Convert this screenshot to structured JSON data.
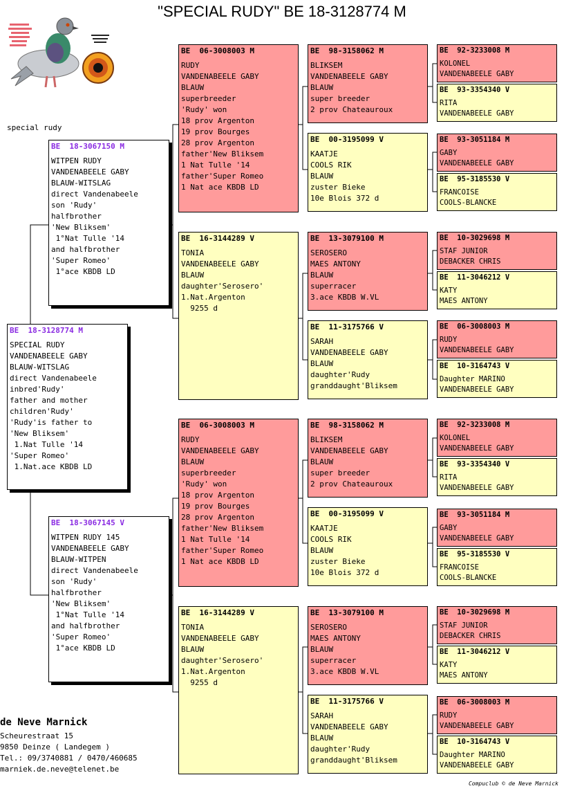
{
  "title": "\"SPECIAL RUDY\"  BE  18-3128774 M",
  "label": "special rudy",
  "subject": {
    "id": "BE  18-3128774 M",
    "lines": [
      "SPECIAL RUDY",
      "VANDENABEELE GABY",
      "BLAUW-WITSLAG",
      "direct Vandenabeele",
      "inbred'Rudy'",
      "father and mother",
      "children'Rudy'",
      "'Rudy'is father to",
      "'New Bliksem'",
      " 1.Nat Tulle '14",
      "'Super Romeo'",
      " 1.Nat.ace KBDB LD"
    ]
  },
  "father": {
    "id": "BE  18-3067150 M",
    "lines": [
      "WITPEN RUDY",
      "VANDENABEELE GABY",
      "BLAUW-WITSLAG",
      "direct Vandenabeele",
      "son 'Rudy'",
      "halfbrother",
      "'New Bliksem'",
      " 1°Nat Tulle '14",
      "and halfbrother",
      "'Super Romeo'",
      " 1°ace KBDB LD"
    ]
  },
  "mother": {
    "id": "BE  18-3067145 V",
    "lines": [
      "WITPEN RUDY 145",
      "VANDENABEELE GABY",
      "BLAUW-WITPEN",
      "direct Vandenabeele",
      "son 'Rudy'",
      "halfbrother",
      "'New Bliksem'",
      " 1°Nat Tulle '14",
      "and halfbrother",
      "'Super Romeo'",
      " 1°ace KBDB LD"
    ]
  },
  "gen3": [
    {
      "id": "BE  06-3008003 M",
      "lines": [
        "RUDY",
        "VANDENABEELE GABY",
        "BLAUW",
        "superbreeder",
        "'Rudy' won",
        "18 prov Argenton",
        "19 prov Bourges",
        "28 prov Argenton",
        "father'New Bliksem",
        "1 Nat Tulle '14",
        "father'Super Romeo",
        "1 Nat ace KBDB LD"
      ]
    },
    {
      "id": "BE  16-3144289 V",
      "lines": [
        "TONIA",
        "VANDENABEELE GABY",
        "BLAUW",
        "daughter'Serosero'",
        "1.Nat.Argenton",
        "  9255 d"
      ]
    },
    {
      "id": "BE  06-3008003 M",
      "lines": [
        "RUDY",
        "VANDENABEELE GABY",
        "BLAUW",
        "superbreeder",
        "'Rudy' won",
        "18 prov Argenton",
        "19 prov Bourges",
        "28 prov Argenton",
        "father'New Bliksem",
        "1 Nat Tulle '14",
        "father'Super Romeo",
        "1 Nat ace KBDB LD"
      ]
    },
    {
      "id": "BE  16-3144289 V",
      "lines": [
        "TONIA",
        "VANDENABEELE GABY",
        "BLAUW",
        "daughter'Serosero'",
        "1.Nat.Argenton",
        "  9255 d"
      ]
    }
  ],
  "gen4": [
    {
      "id": "BE  98-3158062 M",
      "lines": [
        "BLIKSEM",
        "VANDENABEELE GABY",
        "BLAUW",
        "super breeder",
        "2 prov Chateauroux"
      ]
    },
    {
      "id": "BE  00-3195099 V",
      "lines": [
        "KAATJE",
        "COOLS RIK",
        "BLAUW",
        "zuster Bieke",
        "10e Blois 372 d"
      ]
    },
    {
      "id": "BE  13-3079100 M",
      "lines": [
        "SEROSERO",
        "MAES ANTONY",
        "BLAUW",
        "superracer",
        "3.ace KBDB W.VL"
      ]
    },
    {
      "id": "BE  11-3175766 V",
      "lines": [
        "SARAH",
        "VANDENABEELE GABY",
        "BLAUW",
        "daughter'Rudy",
        "granddaught'Bliksem"
      ]
    },
    {
      "id": "BE  98-3158062 M",
      "lines": [
        "BLIKSEM",
        "VANDENABEELE GABY",
        "BLAUW",
        "super breeder",
        "2 prov Chateauroux"
      ]
    },
    {
      "id": "BE  00-3195099 V",
      "lines": [
        "KAATJE",
        "COOLS RIK",
        "BLAUW",
        "zuster Bieke",
        "10e Blois 372 d"
      ]
    },
    {
      "id": "BE  13-3079100 M",
      "lines": [
        "SEROSERO",
        "MAES ANTONY",
        "BLAUW",
        "superracer",
        "3.ace KBDB W.VL"
      ]
    },
    {
      "id": "BE  11-3175766 V",
      "lines": [
        "SARAH",
        "VANDENABEELE GABY",
        "BLAUW",
        "daughter'Rudy",
        "granddaught'Bliksem"
      ]
    }
  ],
  "gen5": [
    {
      "id": "BE  92-3233008 M",
      "lines": [
        "KOLONEL",
        "VANDENABEELE GABY"
      ]
    },
    {
      "id": "BE  93-3354340 V",
      "lines": [
        "RITA",
        "VANDENABEELE GABY"
      ]
    },
    {
      "id": "BE  93-3051184 M",
      "lines": [
        "GABY",
        "VANDENABEELE GABY"
      ]
    },
    {
      "id": "BE  95-3185530 V",
      "lines": [
        "FRANCOISE",
        "COOLS-BLANCKE"
      ]
    },
    {
      "id": "BE  10-3029698 M",
      "lines": [
        "STAF JUNIOR",
        "DEBACKER CHRIS"
      ]
    },
    {
      "id": "BE  11-3046212 V",
      "lines": [
        "KATY",
        "MAES ANTONY"
      ]
    },
    {
      "id": "BE  06-3008003 M",
      "lines": [
        "RUDY",
        "VANDENABEELE GABY"
      ]
    },
    {
      "id": "BE  10-3164743 V",
      "lines": [
        "Daughter MARINO",
        "VANDENABEELE GABY"
      ]
    },
    {
      "id": "BE  92-3233008 M",
      "lines": [
        "KOLONEL",
        "VANDENABEELE GABY"
      ]
    },
    {
      "id": "BE  93-3354340 V",
      "lines": [
        "RITA",
        "VANDENABEELE GABY"
      ]
    },
    {
      "id": "BE  93-3051184 M",
      "lines": [
        "GABY",
        "VANDENABEELE GABY"
      ]
    },
    {
      "id": "BE  95-3185530 V",
      "lines": [
        "FRANCOISE",
        "COOLS-BLANCKE"
      ]
    },
    {
      "id": "BE  10-3029698 M",
      "lines": [
        "STAF JUNIOR",
        "DEBACKER CHRIS"
      ]
    },
    {
      "id": "BE  11-3046212 V",
      "lines": [
        "KATY",
        "MAES ANTONY"
      ]
    },
    {
      "id": "BE  06-3008003 M",
      "lines": [
        "RUDY",
        "VANDENABEELE GABY"
      ]
    },
    {
      "id": "BE  10-3164743 V",
      "lines": [
        "Daughter MARINO",
        "VANDENABEELE GABY"
      ]
    }
  ],
  "owner": {
    "name": "de Neve Marnick",
    "address": "Scheurestraat 15",
    "city": "9850  Deinze ( Landegem )",
    "phone": "Tel.: 09/3740881 / 0470/460685",
    "email": "marniek.de.neve@telenet.be"
  },
  "footer": "Compuclub © de Neve Marnick",
  "colors": {
    "male_box": "#ff9b9b",
    "female_box": "#ffffc0",
    "id_text": "#8a2be2"
  }
}
